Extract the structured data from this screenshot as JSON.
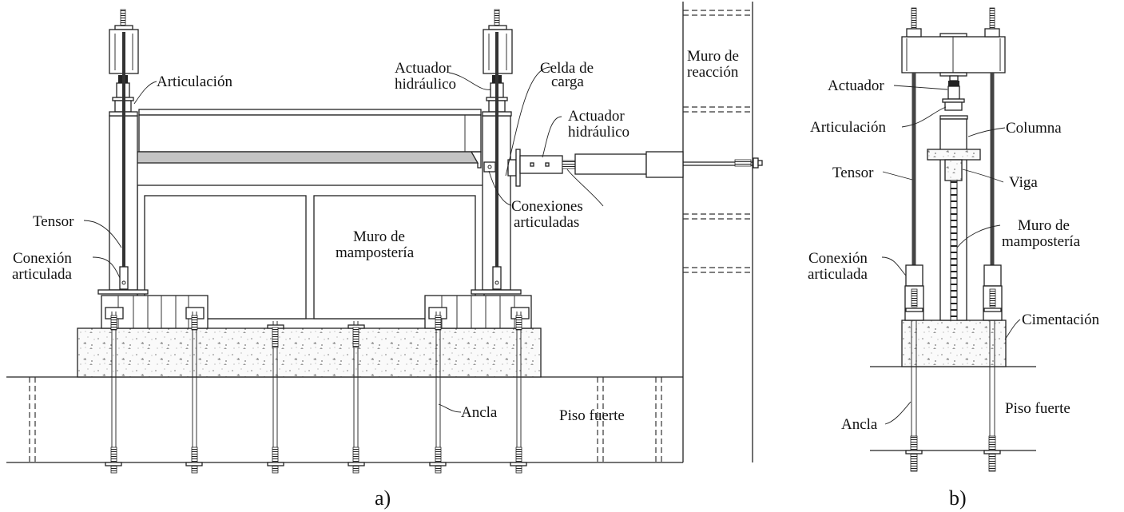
{
  "figure": {
    "panels": [
      {
        "id": "a",
        "caption": "a)",
        "labels": {
          "articulacion": "Articulación",
          "actuador_vertical_1": "Actuador",
          "actuador_vertical_2": "hidráulico",
          "celda_1": "Celda de",
          "celda_2": "carga",
          "actuador_horizontal_1": "Actuador",
          "actuador_horizontal_2": "hidráulico",
          "muro_reaccion_1": "Muro de",
          "muro_reaccion_2": "reacción",
          "tensor": "Tensor",
          "conexion_1": "Conexión",
          "conexion_2": "articulada",
          "conexiones_1": "Conexiones",
          "conexiones_2": "articuladas",
          "muro_mamposteria_1": "Muro de",
          "muro_mamposteria_2": "mampostería",
          "ancla": "Ancla",
          "piso_fuerte": "Piso fuerte"
        }
      },
      {
        "id": "b",
        "caption": "b)",
        "labels": {
          "actuador": "Actuador",
          "articulacion": "Articulación",
          "columna": "Columna",
          "tensor": "Tensor",
          "viga": "Viga",
          "muro_mamposteria_1": "Muro de",
          "muro_mamposteria_2": "mampostería",
          "conexion_1": "Conexión",
          "conexion_2": "articulada",
          "cimentacion": "Cimentación",
          "ancla": "Ancla",
          "piso_fuerte": "Piso fuerte"
        }
      }
    ]
  }
}
